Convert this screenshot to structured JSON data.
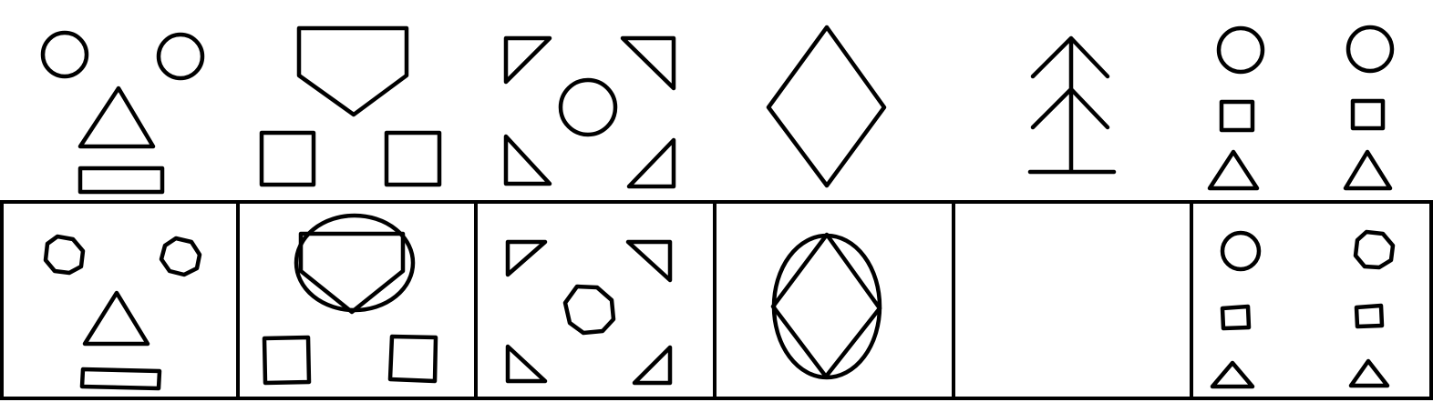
{
  "puzzle": {
    "top_row": [
      {
        "shapes": [
          "circle",
          "circle",
          "triangle",
          "rectangle"
        ]
      },
      {
        "shapes": [
          "pentagon",
          "square",
          "square"
        ]
      },
      {
        "shapes": [
          "triangle",
          "triangle",
          "circle",
          "triangle",
          "triangle"
        ]
      },
      {
        "shapes": [
          "diamond"
        ]
      },
      {
        "shapes": [
          "tree"
        ]
      },
      {
        "shapes": [
          "circle",
          "circle",
          "square",
          "square",
          "triangle",
          "triangle"
        ]
      }
    ],
    "bottom_row": [
      {
        "shapes": [
          "octagon",
          "octagon",
          "triangle",
          "rectangle"
        ]
      },
      {
        "shapes": [
          "ellipse",
          "pentagon",
          "square",
          "square"
        ]
      },
      {
        "shapes": [
          "triangle",
          "triangle",
          "octagon",
          "triangle",
          "triangle"
        ]
      },
      {
        "shapes": [
          "ellipse",
          "diamond"
        ]
      },
      {
        "shapes": [],
        "empty": true
      },
      {
        "shapes": [
          "circle",
          "octagon",
          "square",
          "square",
          "triangle",
          "triangle"
        ]
      }
    ],
    "colors": {
      "stroke": "#000000",
      "background": "#ffffff"
    }
  }
}
